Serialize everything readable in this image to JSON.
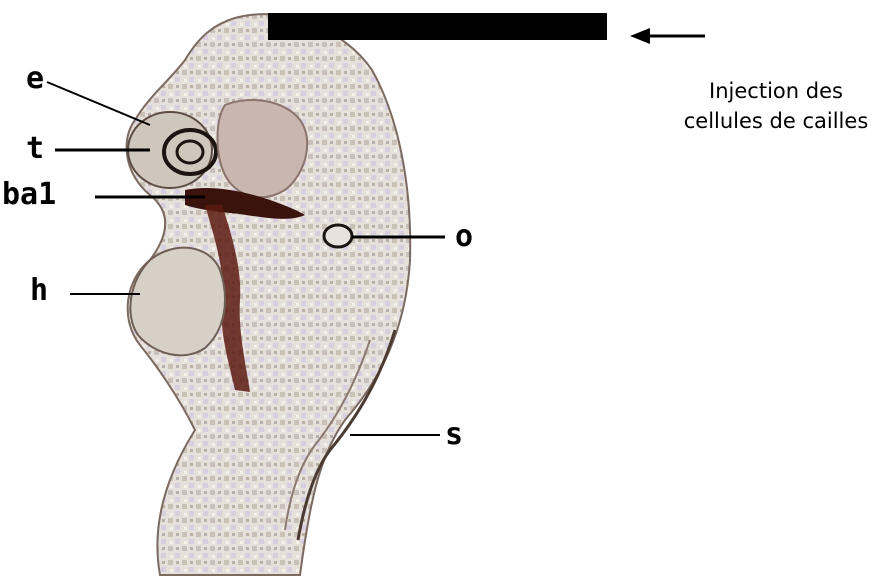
{
  "labels": {
    "e": "e",
    "t": "t",
    "ba1": "ba1",
    "h": "h",
    "o": "o",
    "s": "s"
  },
  "annotation": {
    "line1": "Injection des",
    "line2": "cellules de cailles"
  },
  "colors": {
    "ink": "#000000",
    "tissue": "#d8d0c8",
    "tissue_dark": "#8c7a6e",
    "dark_red": "#5a1a10"
  }
}
